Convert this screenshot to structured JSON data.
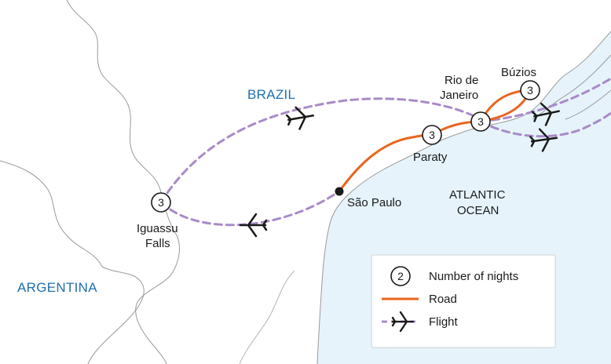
{
  "colors": {
    "ocean": "#e6f3fb",
    "land": "#ffffff",
    "border": "#9a9a9a",
    "road": "#e8661e",
    "flight": "#a98ac9",
    "country_label": "#1f6fb0"
  },
  "countries": {
    "brazil": "BRAZIL",
    "argentina": "ARGENTINA"
  },
  "ocean": {
    "line1": "ATLANTIC",
    "line2": "OCEAN"
  },
  "places": {
    "buzios": {
      "name": "Búzios",
      "nights": "3"
    },
    "rio": {
      "name_line1": "Rio de",
      "name_line2": "Janeiro",
      "nights": "3"
    },
    "paraty": {
      "name": "Paraty",
      "nights": "3"
    },
    "sao_paulo": {
      "name": "São Paulo"
    },
    "iguassu": {
      "name_line1": "Iguassu",
      "name_line2": "Falls",
      "nights": "3"
    }
  },
  "legend": {
    "nights_symbol": "2",
    "nights_label": "Number of nights",
    "road_label": "Road",
    "flight_label": "Flight"
  }
}
